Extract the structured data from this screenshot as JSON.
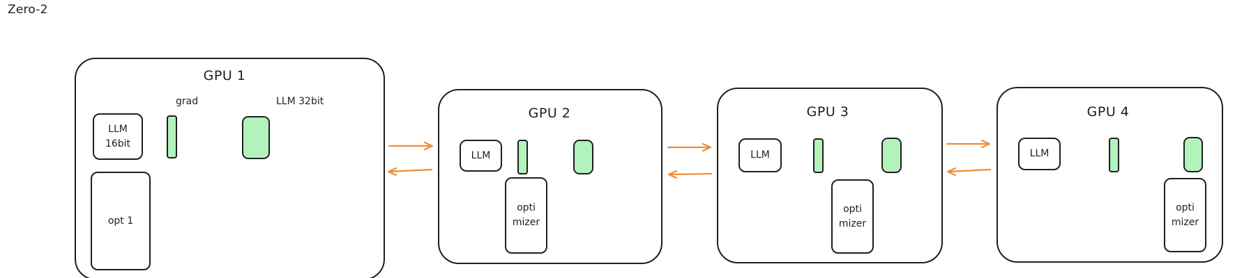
{
  "title": "Zero-2",
  "gpu1": {
    "label": "GPU 1",
    "llm16_line1": "LLM",
    "llm16_line2": "16bit",
    "grad_label": "grad",
    "llm32_label": "LLM 32bit",
    "opt_label": "opt 1"
  },
  "gpu2": {
    "label": "GPU 2",
    "llm_label": "LLM",
    "opt_line1": "opti",
    "opt_line2": "mizer"
  },
  "gpu3": {
    "label": "GPU 3",
    "llm_label": "LLM",
    "opt_line1": "opti",
    "opt_line2": "mizer"
  },
  "gpu4": {
    "label": "GPU 4",
    "llm_label": "LLM",
    "opt_line1": "opti",
    "opt_line2": "mizer"
  },
  "colors": {
    "arrow": "#f08c36",
    "green_fill": "#b2f2bb",
    "stroke": "#1e1e1e"
  }
}
